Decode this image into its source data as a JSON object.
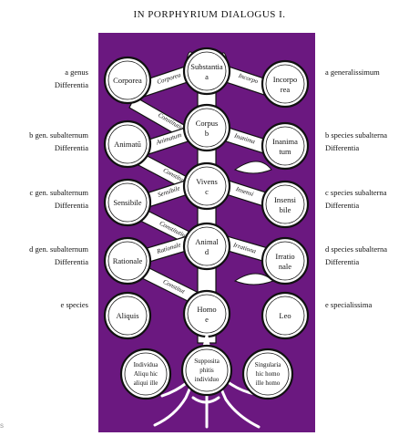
{
  "title": "IN PORPHYRIUM DIALOGUS I.",
  "colors": {
    "panel": "#6b1880",
    "node_fill": "#ffffff",
    "ink": "#111111"
  },
  "left_labels": [
    {
      "line1": "a genus",
      "line2": "Differentia"
    },
    {
      "line1": "b gen. subalternum",
      "line2": "Differentia"
    },
    {
      "line1": "c gen. subalternum",
      "line2": "Differentia"
    },
    {
      "line1": "d gen. subalternum",
      "line2": "Differentia"
    },
    {
      "line1": "e species",
      "line2": ""
    }
  ],
  "right_labels": [
    {
      "line1": "a generalissimum",
      "line2": ""
    },
    {
      "line1": "b species subalterna",
      "line2": "Differentia"
    },
    {
      "line1": "c species subalterna",
      "line2": "Differentia"
    },
    {
      "line1": "d species subalterna",
      "line2": "Differentia"
    },
    {
      "line1": "e specialissima",
      "line2": ""
    }
  ],
  "nodes": {
    "substantia": {
      "line1": "Substantia",
      "line2": "a"
    },
    "corporea": {
      "line1": "Corporea",
      "line2": ""
    },
    "incorporea": {
      "line1": "Incorpo",
      "line2": "rea"
    },
    "corpus": {
      "line1": "Corpus",
      "line2": "b"
    },
    "animatum": {
      "line1": "Animatū",
      "line2": ""
    },
    "inanimatum": {
      "line1": "Inanima",
      "line2": "tum"
    },
    "vivens": {
      "line1": "Vivens",
      "line2": "c"
    },
    "sensibile": {
      "line1": "Sensibile",
      "line2": ""
    },
    "insensibile": {
      "line1": "Insensi",
      "line2": "bile"
    },
    "animal": {
      "line1": "Animal",
      "line2": "d"
    },
    "rationale": {
      "line1": "Rationale",
      "line2": ""
    },
    "irrationale": {
      "line1": "Irratio",
      "line2": "nale"
    },
    "homo": {
      "line1": "Homo",
      "line2": "e"
    },
    "aliquis": {
      "line1": "Aliquis",
      "line2": ""
    },
    "leo": {
      "line1": "Leo",
      "line2": ""
    },
    "individua": {
      "line1": "Individua",
      "line2": "Aliqu hic",
      "line3": "aliqui ille"
    },
    "suppositio": {
      "line1": "Supposita",
      "line2": "phitis",
      "line3": "individuo"
    },
    "singularia": {
      "line1": "Singularia",
      "line2": "hic homo",
      "line3": "ille homo"
    }
  },
  "bands": {
    "row1_left": "Corporea",
    "row1_right": "Incorpo",
    "row1_down": "Constitutiua",
    "row2_left": "Animatum",
    "row2_right": "Inanima",
    "row2_down": "Constitut",
    "row3_left": "Sensibile",
    "row3_right": "Insensi",
    "row3_down": "Constitutiua",
    "row4_left": "Rationale",
    "row4_right": "Irrationa",
    "row4_down": "Constitut"
  },
  "stray_mark": "s"
}
